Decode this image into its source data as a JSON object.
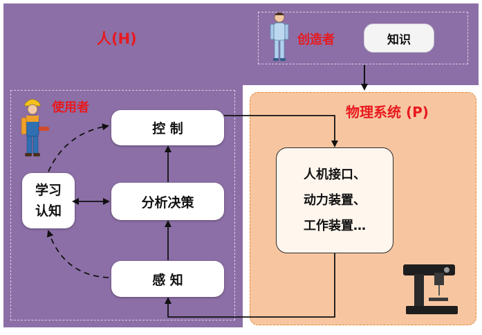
{
  "human_title": "人(H)",
  "creator": {
    "label": "创造者",
    "knowledge": "知识"
  },
  "user": {
    "label": "使用者"
  },
  "nodes": {
    "control": "控 制",
    "analyze": "分析决策",
    "perceive": "感 知",
    "learn_line1": "学习",
    "learn_line2": "认知"
  },
  "physical": {
    "title": "物理系统 (P)",
    "line1": "人机接口、",
    "line2": "动力装置、",
    "line3": "工作装置…"
  },
  "colors": {
    "human_region": "#8c6fa6",
    "physical_region": "#f7c6a0",
    "accent_red": "#e8191f"
  }
}
